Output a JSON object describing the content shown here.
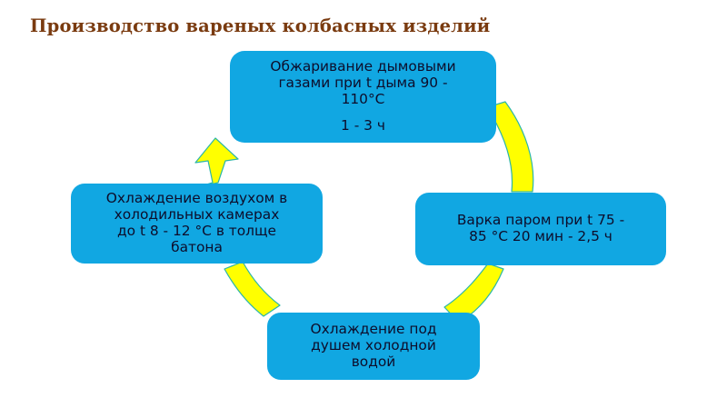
{
  "slide": {
    "title": "Производство вареных колбасных изделий",
    "title_color": "#7a3b10",
    "background_color": "#ffffff"
  },
  "theme": {
    "node_fill": "#11a7e2",
    "node_text_color": "#0d0d2b",
    "arrow_fill": "#ffff00",
    "arrow_outline": "#2bb6a8"
  },
  "diagram": {
    "type": "cycle",
    "direction": "clockwise",
    "nodes": [
      {
        "id": "roasting",
        "position": "top",
        "line1": "Обжаривание дымовыми",
        "line2": "газами при t дыма 90 -",
        "line3": "110°C",
        "line4": "1 - 3 ч"
      },
      {
        "id": "boiling",
        "position": "right",
        "line1": "Варка паром при t 75 -",
        "line2": "85 °С 20 мин - 2,5 ч"
      },
      {
        "id": "shower-cooling",
        "position": "bottom",
        "line1": "Охлаждение под",
        "line2": "душем холодной",
        "line3": "водой"
      },
      {
        "id": "air-cooling",
        "position": "left",
        "line1": "Охлаждение воздухом в",
        "line2": "холодильных камерах",
        "line3": "до t 8 - 12 °С в толще",
        "line4": "батона"
      }
    ],
    "connectors": [
      {
        "id": "roasting-to-boiling",
        "from": "roasting",
        "to": "boiling",
        "arrowhead": false
      },
      {
        "id": "boiling-to-shower-cooling",
        "from": "boiling",
        "to": "shower-cooling",
        "arrowhead": false
      },
      {
        "id": "shower-cooling-to-air-cooling",
        "from": "shower-cooling",
        "to": "air-cooling",
        "arrowhead": false
      },
      {
        "id": "air-cooling-to-roasting",
        "from": "air-cooling",
        "to": "roasting",
        "arrowhead": true
      }
    ]
  }
}
